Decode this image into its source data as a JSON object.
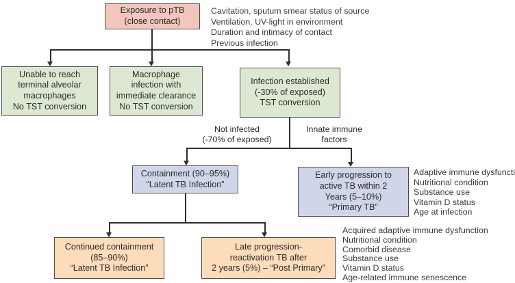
{
  "colors": {
    "exposure_box": "#f2c6bd",
    "outcome_box_green": "#dce8d2",
    "progression_box_blue": "#d0d5e9",
    "late_box_orange": "#fcdcbb",
    "border": "#4d4d4d",
    "line": "#2e2e2e"
  },
  "boxes": {
    "exposure": {
      "lines": [
        "Exposure to pTB",
        "(close contact)"
      ]
    },
    "no_reach": {
      "lines": [
        "Unable to reach",
        "terminal alveolar",
        "macrophages",
        "No TST conversion"
      ]
    },
    "clearance": {
      "lines": [
        "Macrophage",
        "infection with",
        "immediate clearance",
        "No TST conversion"
      ]
    },
    "infection_established": {
      "lines": [
        "Infection established",
        "(-30% of exposed)",
        "TST conversion"
      ]
    },
    "containment": {
      "lines": [
        "Containment (90–95%)",
        "“Latent TB Infection”"
      ]
    },
    "early_progression": {
      "lines": [
        "Early progression to",
        "active TB within 2",
        "Years (5–10%)",
        "“Primary TB”"
      ]
    },
    "continued_containment": {
      "lines": [
        "Continued containment",
        "(85–90%)",
        "“Latent TB Infection”"
      ]
    },
    "late_progression": {
      "lines": [
        "Late progression-",
        "reactivation TB after",
        "2 years (5%) – “Post Primary”"
      ]
    }
  },
  "labels": {
    "not_infected": {
      "lines": [
        "Not infected",
        "(-70% of exposed)"
      ]
    },
    "innate_immune": {
      "lines": [
        "Innate immune",
        "factors"
      ]
    }
  },
  "factor_lists": {
    "exposure_factors": {
      "items": [
        "Cavitation, sputum smear status of source",
        "Ventilation, UV-light in environment",
        "Duration and intimacy of contact",
        "Previous infection"
      ]
    },
    "primary_tb_factors": {
      "items": [
        "Adaptive immune dysfunction",
        "Nutritional condition",
        "Substance use",
        "Vitamin D status",
        "Age at infection"
      ]
    },
    "post_primary_factors": {
      "items": [
        "Acquired adaptive immune dysfunction",
        "Nutritional condition",
        "Comorbid disease",
        "Substance use",
        "Vitamin D status",
        "Age-related immune senescence"
      ]
    }
  }
}
